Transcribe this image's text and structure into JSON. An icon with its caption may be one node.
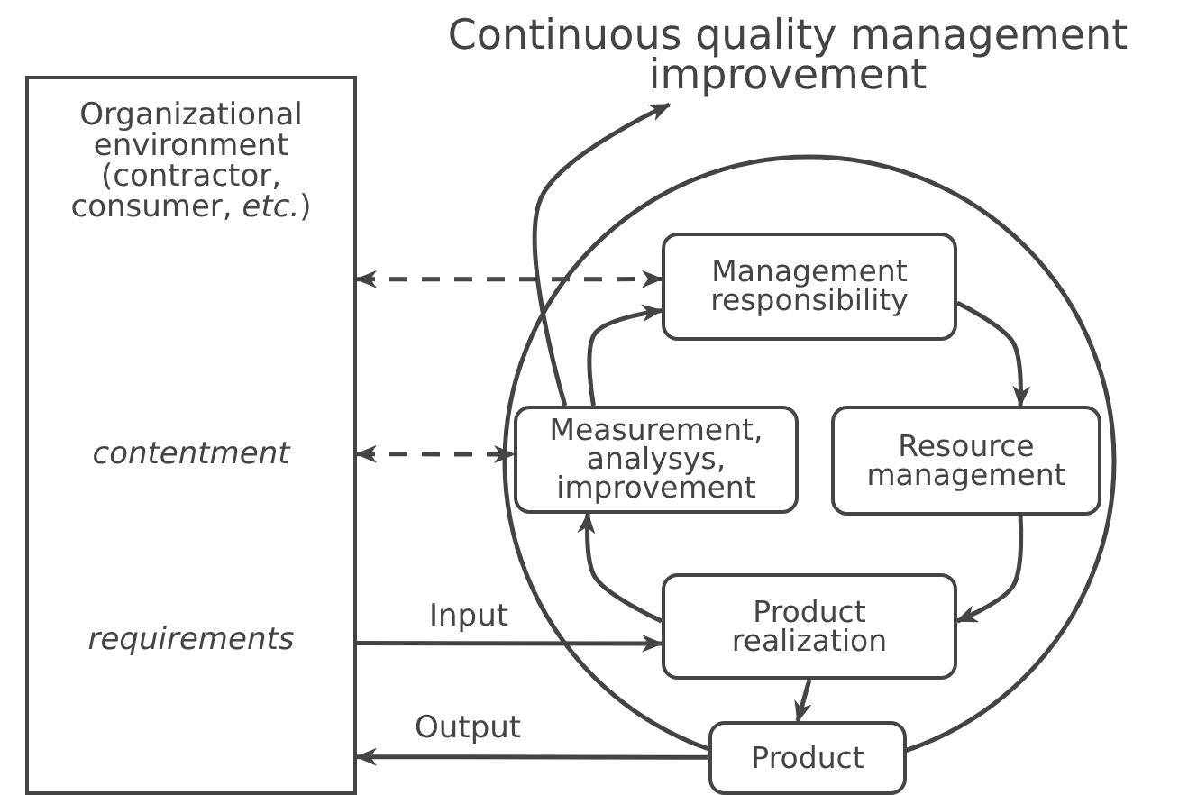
{
  "diagram": {
    "nodes": [
      {
        "text": [
          "Organizational environment (contractor, consumer, *etc.*)",
          "contentment",
          "requirements"
        ]
      },
      {
        "text": [
          "Management responsibility"
        ]
      },
      {
        "text": [
          "Resource management"
        ]
      },
      {
        "text": [
          "Product realization"
        ]
      },
      {
        "text": [
          "Measurement, analysys, improvement"
        ]
      },
      {
        "text": [
          "Product"
        ]
      },
      {
        "text": [
          "Continuous quality management improvement"
        ]
      }
    ],
    "edges": [
      {
        "from": 0,
        "to": 1,
        "arrow": "both",
        "style": "dashed"
      },
      {
        "from": 0,
        "to": 4,
        "arrow": "both",
        "style": "dashed"
      },
      {
        "from": 0,
        "to": 3,
        "arrow": "to",
        "label": "Input"
      },
      {
        "from": 5,
        "to": 0,
        "arrow": "to",
        "label": "Output"
      },
      {
        "from": 1,
        "to": 2,
        "arrow": "to"
      },
      {
        "from": 2,
        "to": 3,
        "arrow": "to"
      },
      {
        "from": 3,
        "to": 5,
        "arrow": "to"
      },
      {
        "from": 3,
        "to": 4,
        "arrow": "to"
      },
      {
        "from": 4,
        "to": 1,
        "arrow": "to"
      },
      {
        "from": 4,
        "to": 6,
        "arrow": "to"
      }
    ]
  }
}
